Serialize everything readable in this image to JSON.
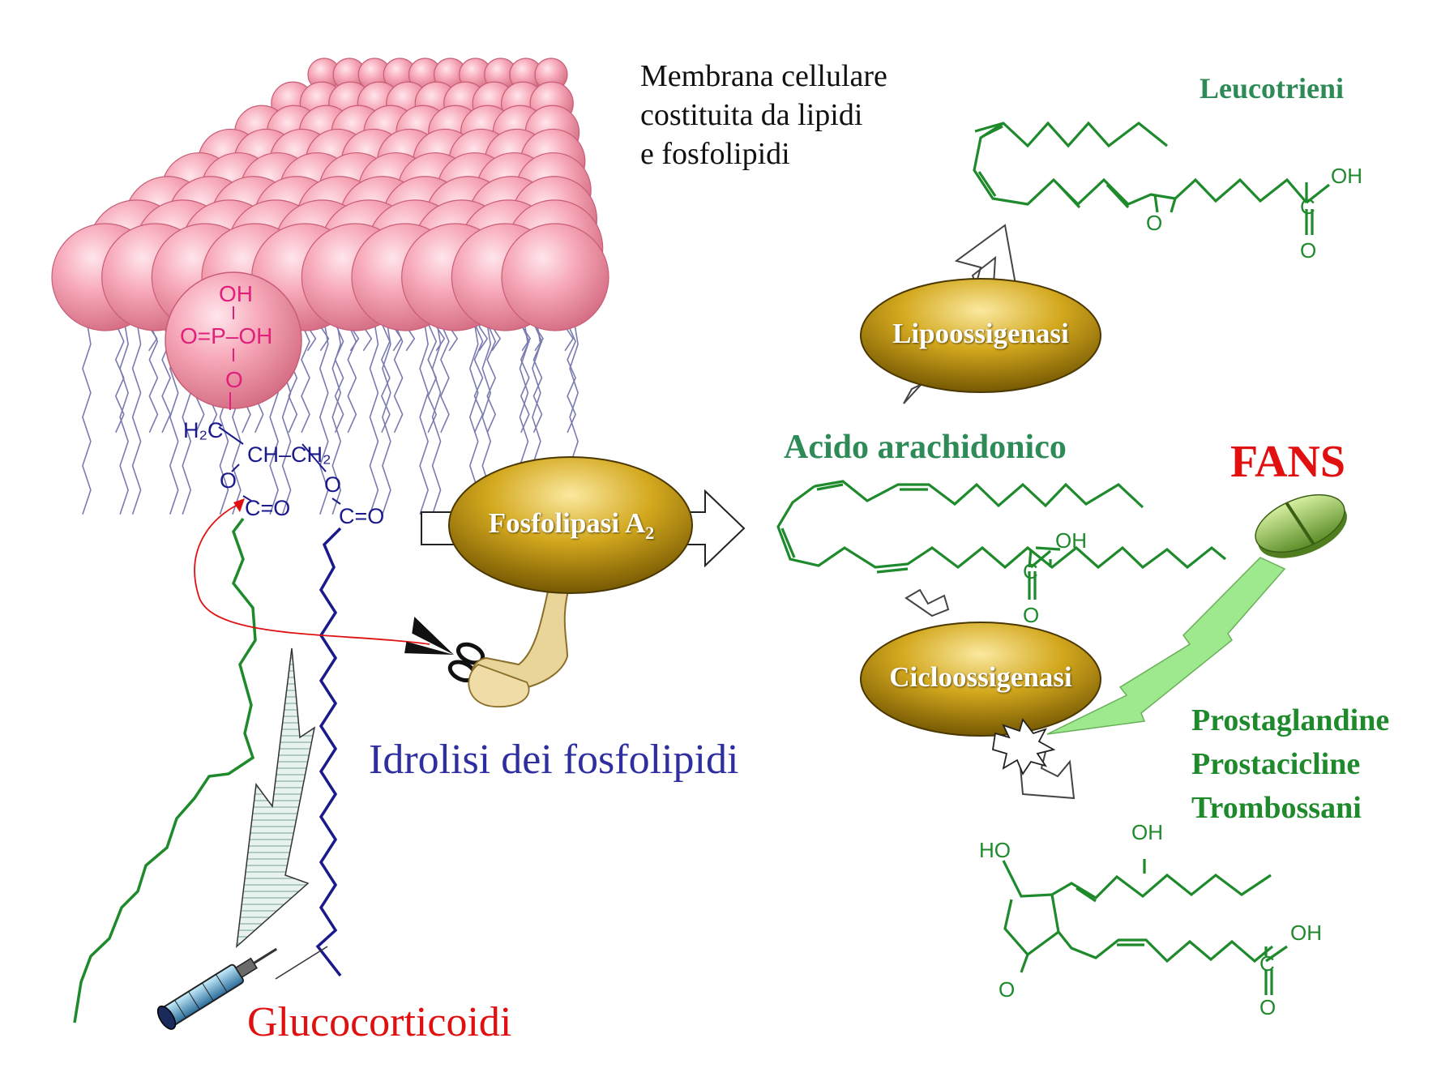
{
  "membrane": {
    "caption_lines": [
      "Membrana cellulare",
      "costituita da lipidi",
      "e fosfolipidi"
    ]
  },
  "phospholipid": {
    "oh_top": "OH",
    "phosphate": "O=P–OH",
    "o_link": "O",
    "h2c": "H₂C",
    "ch_ch2": "CH–CH₂",
    "o_left": "O",
    "o_right": "O",
    "co_left": "C=O",
    "co_right": "C=O"
  },
  "enzymes": {
    "phospholipase": "Fosfolipasi A",
    "phospholipase_sub": "2",
    "lipoxygenase": "Lipoossigenasi",
    "cyclooxygenase": "Cicloossigenasi"
  },
  "labels": {
    "leukotrienes": "Leucotrieni",
    "arachidonic": "Acido arachidonico",
    "fans": "FANS",
    "prostanoids": [
      "Prostaglandine",
      "Prostacicline",
      "Trombossani"
    ],
    "hydrolysis": "Idrolisi dei fosfolipidi",
    "glucocorticoids": "Glucocorticoidi"
  },
  "chem": {
    "oh": "OH",
    "c": "C",
    "o": "O",
    "ho": "HO"
  },
  "colors": {
    "membrane_pink": "#f7a6b6",
    "phospholipid_magenta": "#e0207a",
    "chain_blue": "#1a1a8c",
    "chain_green": "#1e8a2c",
    "label_green": "#2e8b57",
    "enzyme_gold": "#b8900a",
    "fans_red": "#e01010",
    "gluco_red": "#e01010",
    "hydrolysis_blue": "#2e2ea0",
    "lightning_green": "#9ee88e"
  }
}
